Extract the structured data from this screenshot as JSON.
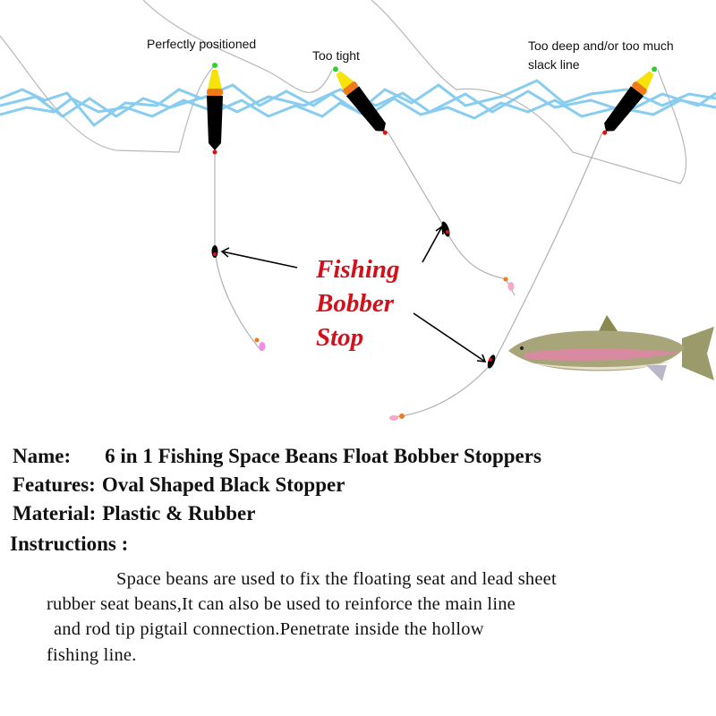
{
  "diagram": {
    "labels": {
      "perfect": "Perfectly positioned",
      "tight": "Too tight",
      "deep_line1": "Too deep and/or too much",
      "deep_line2": "slack line"
    },
    "callout": [
      "Fishing",
      "Bobber",
      "Stop"
    ],
    "colors": {
      "water": "#7cc8ef",
      "callout": "#d3101a",
      "float_top": "#f5e30a",
      "float_band": "#f07a1a",
      "float_body": "#000000",
      "line": "#b8b8b8"
    }
  },
  "specs": {
    "name_label": "Name:",
    "name_value": "6 in 1 Fishing Space Beans Float Bobber Stoppers",
    "features_label": "Features:",
    "features_value": "Oval Shaped Black Stopper",
    "material_label": "Material:",
    "material_value": "Plastic & Rubber",
    "instructions_label": "Instructions :",
    "instructions_lines": [
      "Space beans are used to fix the floating seat and lead sheet",
      "rubber seat beans,It can also be used to reinforce the main line",
      "and rod tip pigtail connection.Penetrate inside the hollow",
      "fishing line."
    ]
  }
}
